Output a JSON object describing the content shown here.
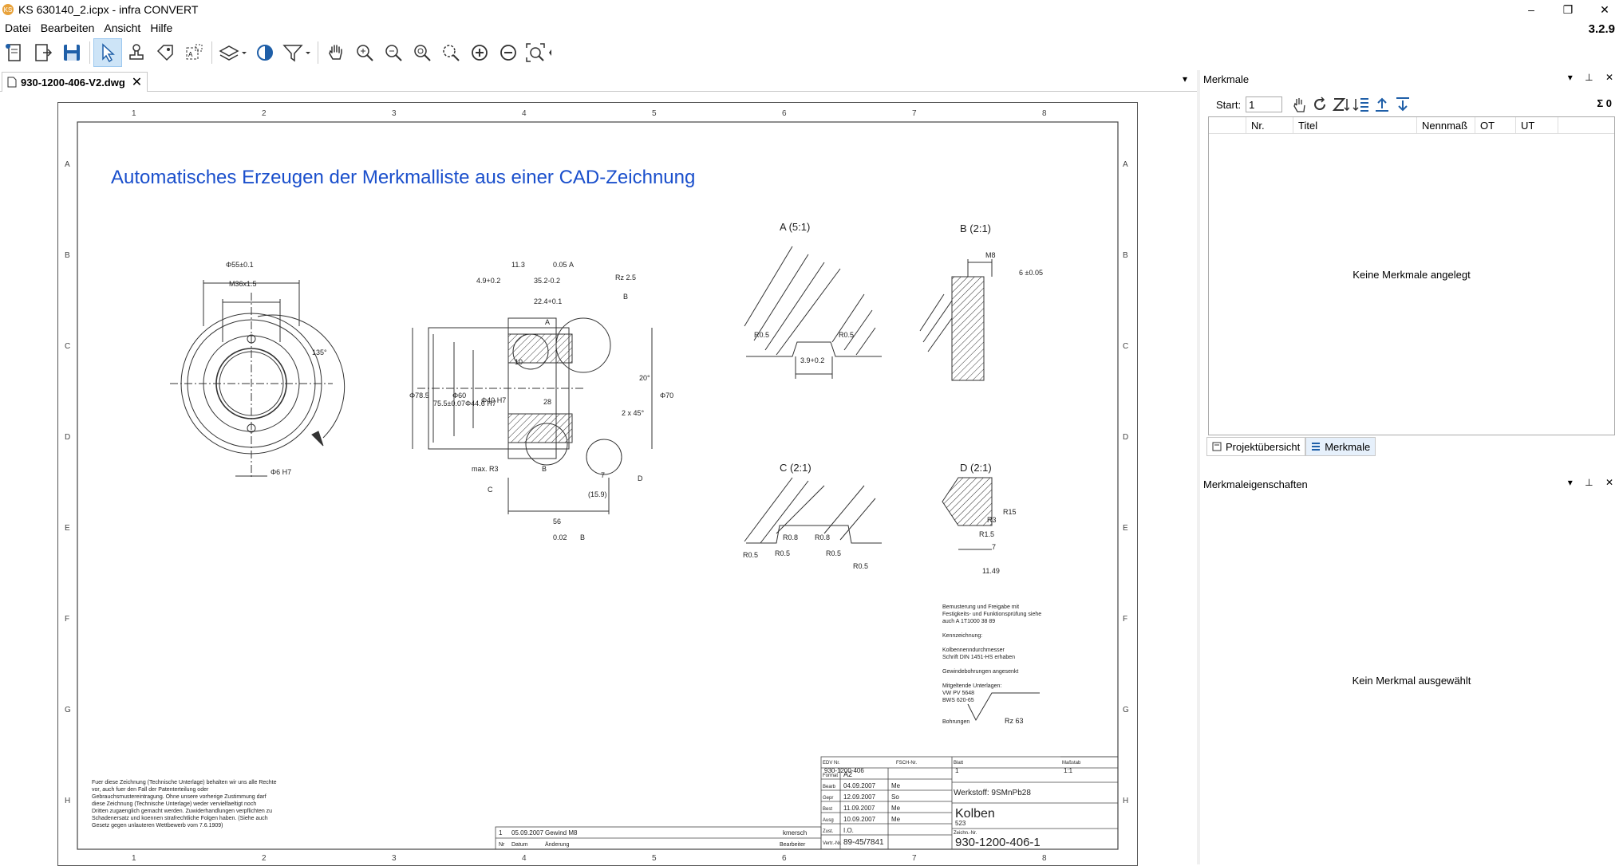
{
  "window": {
    "title": "KS 630140_2.icpx - infra CONVERT",
    "app_icon": "KS",
    "version": "3.2.9"
  },
  "menu": [
    "Datei",
    "Bearbeiten",
    "Ansicht",
    "Hilfe"
  ],
  "doc_tab": {
    "label": "930-1200-406-V2.dwg"
  },
  "drawing": {
    "title": "Automatisches Erzeugen der Merkmalliste aus einer CAD-Zeichnung",
    "col_numbers": [
      "1",
      "2",
      "3",
      "4",
      "5",
      "6",
      "7",
      "8"
    ],
    "row_letters": [
      "A",
      "B",
      "C",
      "D",
      "E",
      "F",
      "G",
      "H"
    ],
    "detail_labels": [
      "A (5:1)",
      "B (2:1)",
      "C (2:1)",
      "D (2:1)"
    ],
    "dims": [
      "Φ55±0.1",
      "M36x1.5",
      "Φ6 H7",
      "135°",
      "11.3",
      "0.05",
      "A",
      "4.9+0.2",
      "35.2-0.2",
      "Rz 2.5",
      "22.4+0.1",
      "B",
      "A",
      "Φ78.5",
      "75.5±0.07",
      "Φ60",
      "Φ44.6 H7",
      "Φ40 H7",
      "10",
      "28",
      "Φ70",
      "2 x 45°",
      "20°",
      "max. R3",
      "B",
      "C",
      "7",
      "(15.9)",
      "D",
      "56",
      "0.02",
      "B",
      "R0.5",
      "R0.5",
      "3.9+0.2",
      "M8",
      "6 ±0.05",
      "R0.8",
      "R0.8",
      "R0.5",
      "R0.5",
      "R0.5",
      "R0.5",
      "R15",
      "R3",
      "R1.5",
      "7",
      "11.49",
      "Rz 63"
    ],
    "notes": "Bemusterung und Freigabe mit\nFestigkeits- und Funktionsprüfung siehe\nauch A 1T1000 38 89\n\nKennzeichnung:\n\nKolbennenndurchmesser\nSchrift DIN 1451-HS erhaben\n\nGewindebohrungen angesenkt\n\nMitgeltende Unterlagen:\nVW PV 5648\nBWS 620-65\n\n\nBohrungen",
    "legal": "Fuer diese Zeichnung (Technische Unterlage) behalten wir uns alle Rechte\nvor, auch fuer den Fall der Patenterteilung oder\nGebrauchsmustereintragung. Ohne unsere vorherige Zustimmung darf\ndiese Zeichnung (Technische Unterlage) weder vervielfaeltigt noch\nDritten zugaenglich gemacht werden. Zuwiderhandlungen verpflichten zu\nSchadenersatz und koennen strafrechtliche Folgen haben. (Siehe auch\nGesetz gegen unlauteren Wettbewerb vom 7.6.1909)",
    "titleblock": {
      "edv_label": "EDV Nr.",
      "edv": "930-1200-406",
      "fsch": "FSCH-Nr.",
      "blatt_label": "Blatt",
      "blatt": "1",
      "massstab_label": "Maßstab",
      "massstab": "1:1",
      "format_label": "Format",
      "format": "A2",
      "rows": [
        {
          "label": "Bearb",
          "date": "04.09.2007",
          "name": "Me"
        },
        {
          "label": "Gepr",
          "date": "12.09.2007",
          "name": "So"
        },
        {
          "label": "Best",
          "date": "11.09.2007",
          "name": "Me"
        },
        {
          "label": "Ausg",
          "date": "10.09.2007",
          "name": "Me"
        }
      ],
      "zust_label": "Zust.",
      "zust": "I.O.",
      "vertr_label": "Vertr.-Nr.",
      "vertr": "89-45/7841",
      "werkstoff": "Werkstoff: 9SMnPb28",
      "benennung": "Kolben",
      "sub": "523",
      "zeichnr_label": "Zeichn.-Nr.",
      "zeichnr": "930-1200-406-1",
      "rev_no": "1",
      "rev_date": "05.09.2007",
      "rev_text": "Gewind M8",
      "rev_by": "kmersch",
      "rev_hdr_nr": "Nr",
      "rev_hdr_datum": "Datum",
      "rev_hdr_aenderung": "Änderung",
      "rev_hdr_bearbeiter": "Bearbeiter"
    }
  },
  "merkmale_panel": {
    "title": "Merkmale",
    "start_label": "Start:",
    "start_value": "1",
    "sigma": "Σ 0",
    "columns": [
      "",
      "Nr.",
      "Titel",
      "Nennmaß",
      "OT",
      "UT"
    ],
    "empty_text": "Keine Merkmale angelegt",
    "tabs": [
      "Projektübersicht",
      "Merkmale"
    ]
  },
  "props_panel": {
    "title": "Merkmaleigenschaften",
    "empty_text": "Kein Merkmal ausgewählt"
  },
  "colors": {
    "accent": "#1a4fcc",
    "toolbar_icon": "#1f5fa8",
    "active_tool": "#cde4f7"
  }
}
